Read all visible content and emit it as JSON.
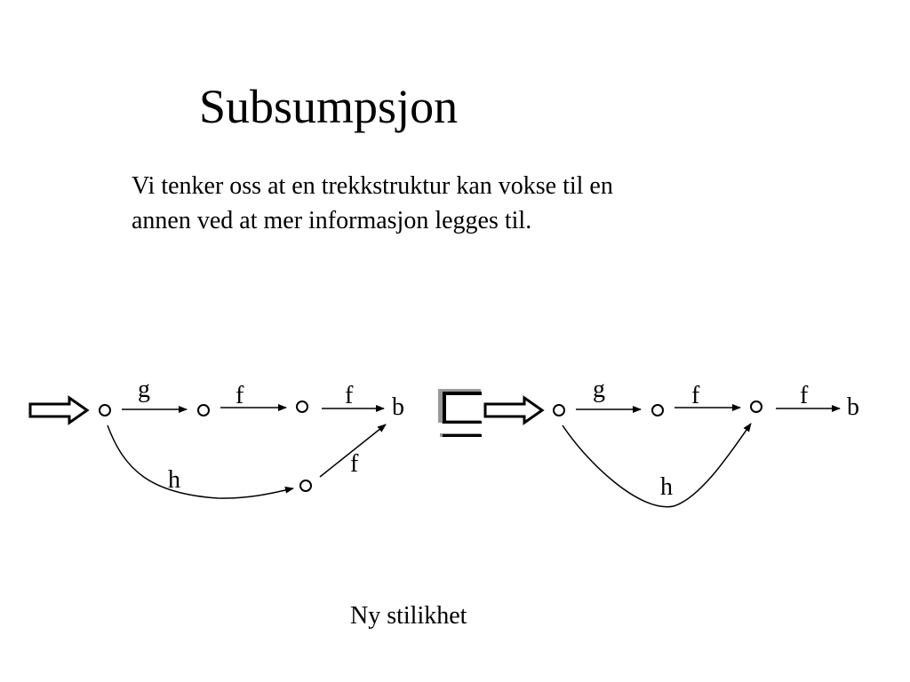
{
  "title": "Subsumpsjon",
  "intro": {
    "line1": "Vi tenker oss at en trekkstruktur kan vokse til en",
    "line2": "annen ved at mer informasjon legges til."
  },
  "caption": "Ny stilikhet",
  "relation_symbol": "subsumption-icon",
  "diagram": {
    "left": {
      "edge_g": "g",
      "edge_f1": "f",
      "edge_f2": "f",
      "end_label": "b",
      "edge_h": "h",
      "edge_f3": "f"
    },
    "right": {
      "edge_g": "g",
      "edge_f1": "f",
      "edge_f2": "f",
      "end_label": "b",
      "edge_h": "h"
    }
  }
}
